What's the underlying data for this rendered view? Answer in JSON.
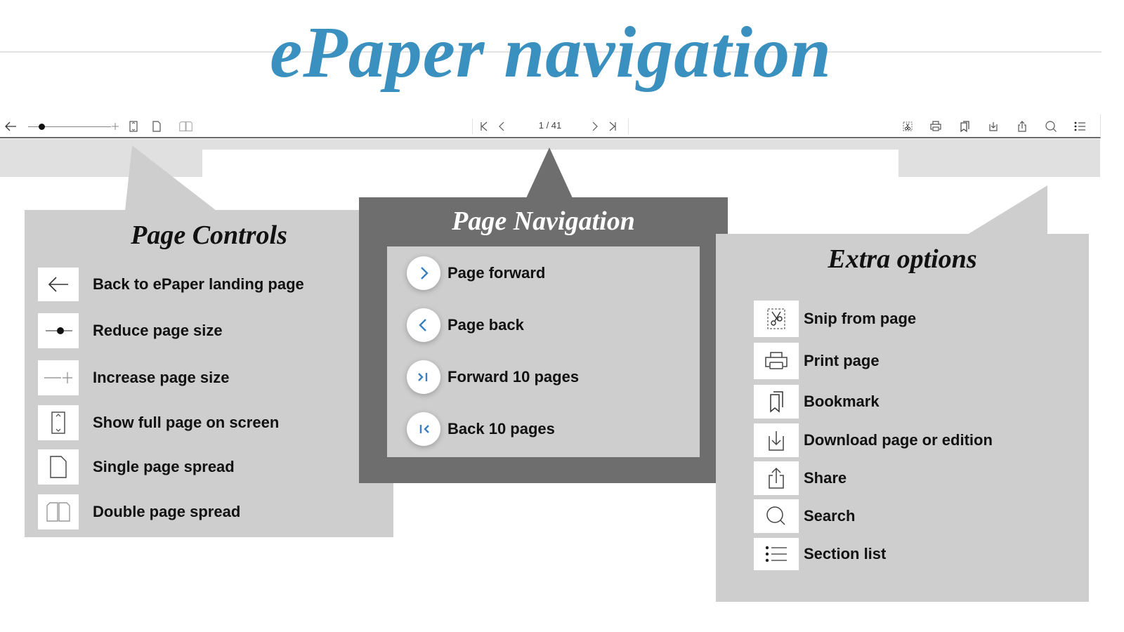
{
  "header": {
    "title": "ePaper navigation",
    "title_color": "#3a90bf"
  },
  "toolbar": {
    "back_icon": "arrow-left-icon",
    "zoom_slider": {
      "min_icon": "minus-icon",
      "max_icon": "plus-icon",
      "value_position": "low"
    },
    "fit_page_icon": "fit-page-icon",
    "single_page_icon": "single-page-icon",
    "double_page_icon": "double-page-icon",
    "first_page_icon": "skip-back-icon",
    "prev_page_icon": "chevron-left-icon",
    "page_indicator": "1 / 41",
    "next_page_icon": "chevron-right-icon",
    "last_page_icon": "skip-forward-icon",
    "right_icons": [
      "snip-icon",
      "print-icon",
      "bookmark-icon",
      "download-icon",
      "share-icon",
      "search-icon",
      "list-icon"
    ]
  },
  "page_controls": {
    "title": "Page Controls",
    "items": [
      {
        "icon": "arrow-left-icon",
        "label": "Back to ePaper landing page"
      },
      {
        "icon": "zoom-slider-minus-icon",
        "label": "Reduce page size"
      },
      {
        "icon": "zoom-slider-plus-icon",
        "label": "Increase page size"
      },
      {
        "icon": "fit-page-icon",
        "label": "Show full page on screen"
      },
      {
        "icon": "single-page-icon",
        "label": "Single page spread"
      },
      {
        "icon": "double-page-icon",
        "label": "Double page spread"
      }
    ]
  },
  "page_navigation": {
    "title": "Page Navigation",
    "icon_color": "#3a7fc0",
    "items": [
      {
        "icon": "chevron-right-icon",
        "label": "Page forward"
      },
      {
        "icon": "chevron-left-icon",
        "label": "Page back"
      },
      {
        "icon": "skip-forward-icon",
        "label": "Forward 10 pages"
      },
      {
        "icon": "skip-back-icon",
        "label": "Back 10 pages"
      }
    ]
  },
  "extra_options": {
    "title": "Extra options",
    "items": [
      {
        "icon": "snip-icon",
        "label": "Snip from page"
      },
      {
        "icon": "print-icon",
        "label": "Print page"
      },
      {
        "icon": "bookmark-icon",
        "label": "Bookmark"
      },
      {
        "icon": "download-icon",
        "label": "Download page or edition"
      },
      {
        "icon": "share-icon",
        "label": "Share"
      },
      {
        "icon": "search-icon",
        "label": "Search"
      },
      {
        "icon": "list-icon",
        "label": "Section list"
      }
    ]
  },
  "colors": {
    "panel_light": "#cecece",
    "panel_dark": "#6e6e6e",
    "band": "#e0e0e0"
  }
}
